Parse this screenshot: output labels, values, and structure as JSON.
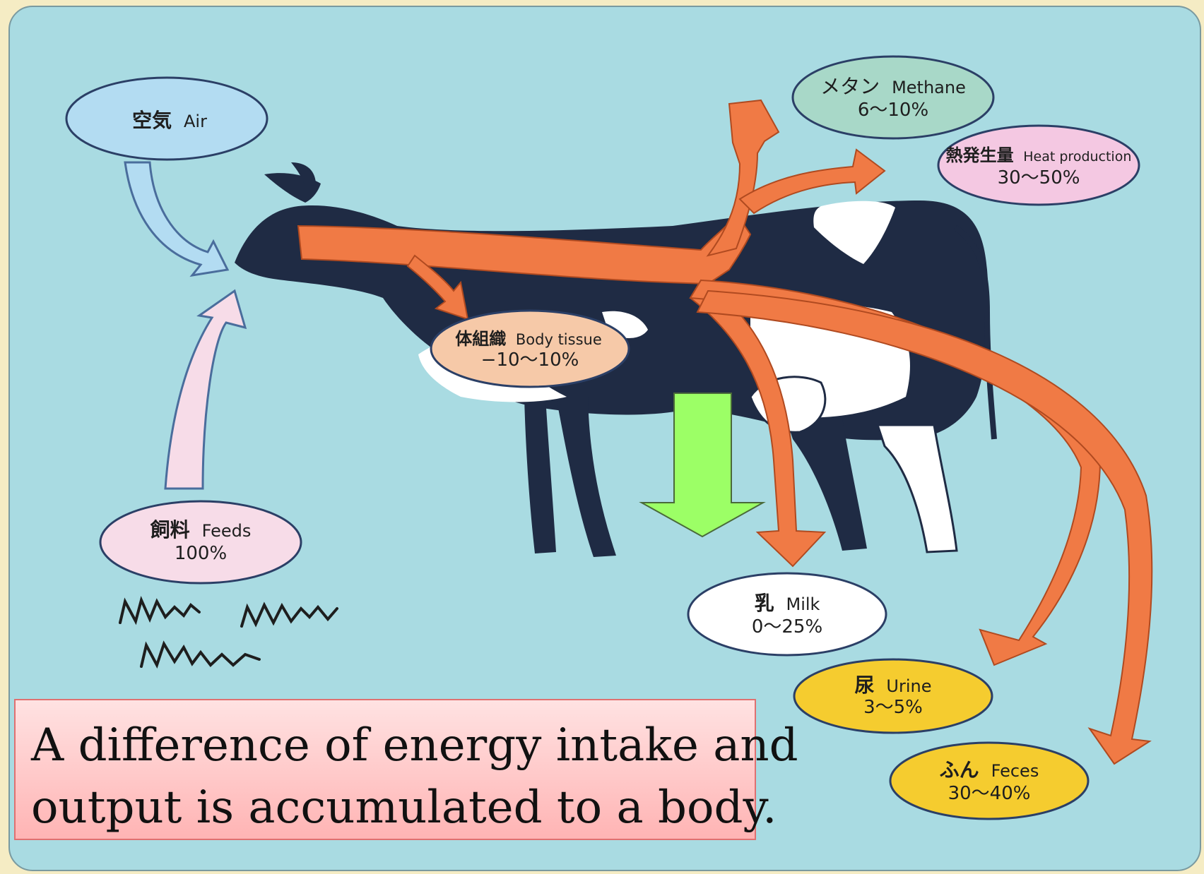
{
  "nodes": {
    "air": {
      "jp": "空気",
      "en": "Air"
    },
    "feeds": {
      "jp": "飼料",
      "en": "Feeds",
      "value": "100%"
    },
    "methane": {
      "jp": "メタン",
      "en": "Methane",
      "value": "6〜10%"
    },
    "heat": {
      "jp": "熱発生量",
      "en": "Heat production",
      "value": "30〜50%"
    },
    "tissue": {
      "jp": "体組織",
      "en": "Body tissue",
      "value": "−10〜10%"
    },
    "milk": {
      "jp": "乳",
      "en": "Milk",
      "value": "0〜25%"
    },
    "urine": {
      "jp": "尿",
      "en": "Urine",
      "value": "3〜5%"
    },
    "feces": {
      "jp": "ふん",
      "en": "Feces",
      "value": "30〜40%"
    }
  },
  "caption": {
    "line1": "A difference of energy intake and",
    "line2": "output is accumulated to a body."
  },
  "colors": {
    "background": "#a9dbe2",
    "flow_arrow": "#f07a45",
    "cow_body": "#1f2b44",
    "highlight_arrow": "#9cff66",
    "air_ellipse": "#b3dcf2",
    "feeds_ellipse": "#f7dce8",
    "methane_ellipse": "#a8d8c8",
    "heat_ellipse": "#f4c8e2",
    "tissue_ellipse": "#f6c9a8",
    "milk_ellipse": "#ffffff",
    "urine_ellipse": "#f5cc2f",
    "feces_ellipse": "#f5cc2f",
    "caption_box": "#ffc4c4"
  }
}
